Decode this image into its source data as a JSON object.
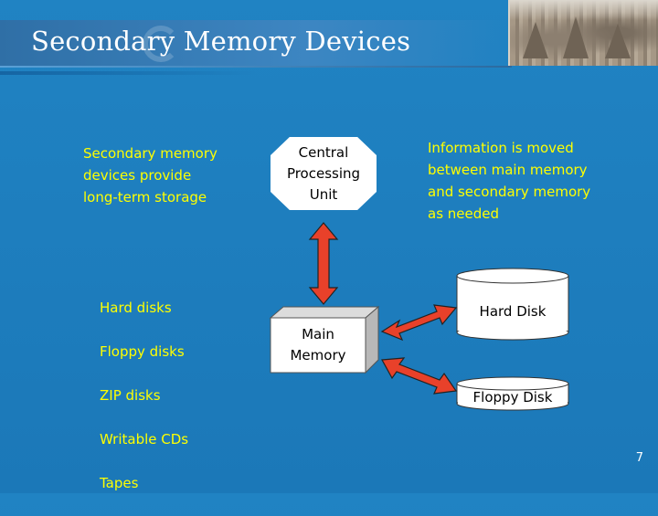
{
  "title": "Secondary Memory Devices",
  "intro_text": "Secondary memory\ndevices provide\nlong-term storage",
  "device_list": [
    "Hard disks",
    "Floppy disks",
    "ZIP disks",
    "Writable CDs",
    "Tapes"
  ],
  "info_text": "Information is moved\nbetween main memory\nand secondary memory\nas needed",
  "boxes": {
    "cpu": "Central\nProcessing\nUnit",
    "main_memory": "Main\nMemory",
    "hard_disk": "Hard Disk",
    "floppy_disk": "Floppy Disk"
  },
  "page_number": "7",
  "colors": {
    "background": "#1f7fbf",
    "text_highlight": "#ffff00",
    "arrow_fill": "#e8412a"
  },
  "icons": {
    "arrow": "double-arrow-icon",
    "photo": "temple-photo"
  }
}
